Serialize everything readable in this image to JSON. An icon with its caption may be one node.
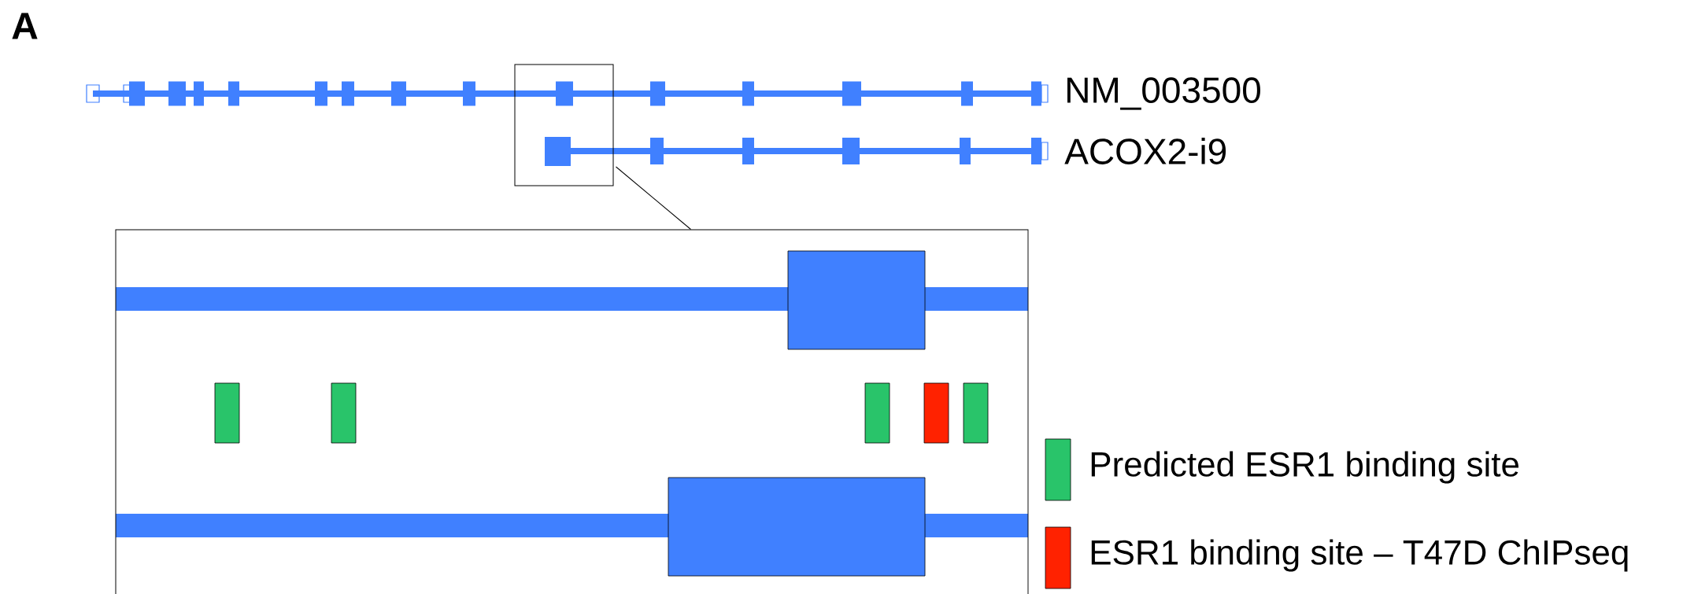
{
  "diagram": {
    "nodes": [
      {
        "text": [],
        "shape": "box"
      },
      {
        "text": [],
        "shape": "box"
      },
      {
        "text": [],
        "shape": "bar",
        "in": 1
      },
      {
        "text": [],
        "shape": "bar",
        "in": 1
      },
      {
        "text": [],
        "shape": "bar",
        "in": 1
      },
      {
        "text": [],
        "shape": "bar",
        "in": 1
      },
      {
        "text": [],
        "shape": "bar",
        "in": 1
      }
    ],
    "edges": [
      {
        "from": 0,
        "to": 1,
        "arrow": "none"
      }
    ],
    "labels": [
      "A",
      "NM_003500",
      "ACOX2-i9"
    ],
    "legend": [
      {
        "text": "Predicted ESR1 binding site",
        "color": "#29c46a"
      },
      {
        "text": "ESR1 binding site – T47D ChIPseq",
        "color": "#ff2200"
      }
    ]
  }
}
